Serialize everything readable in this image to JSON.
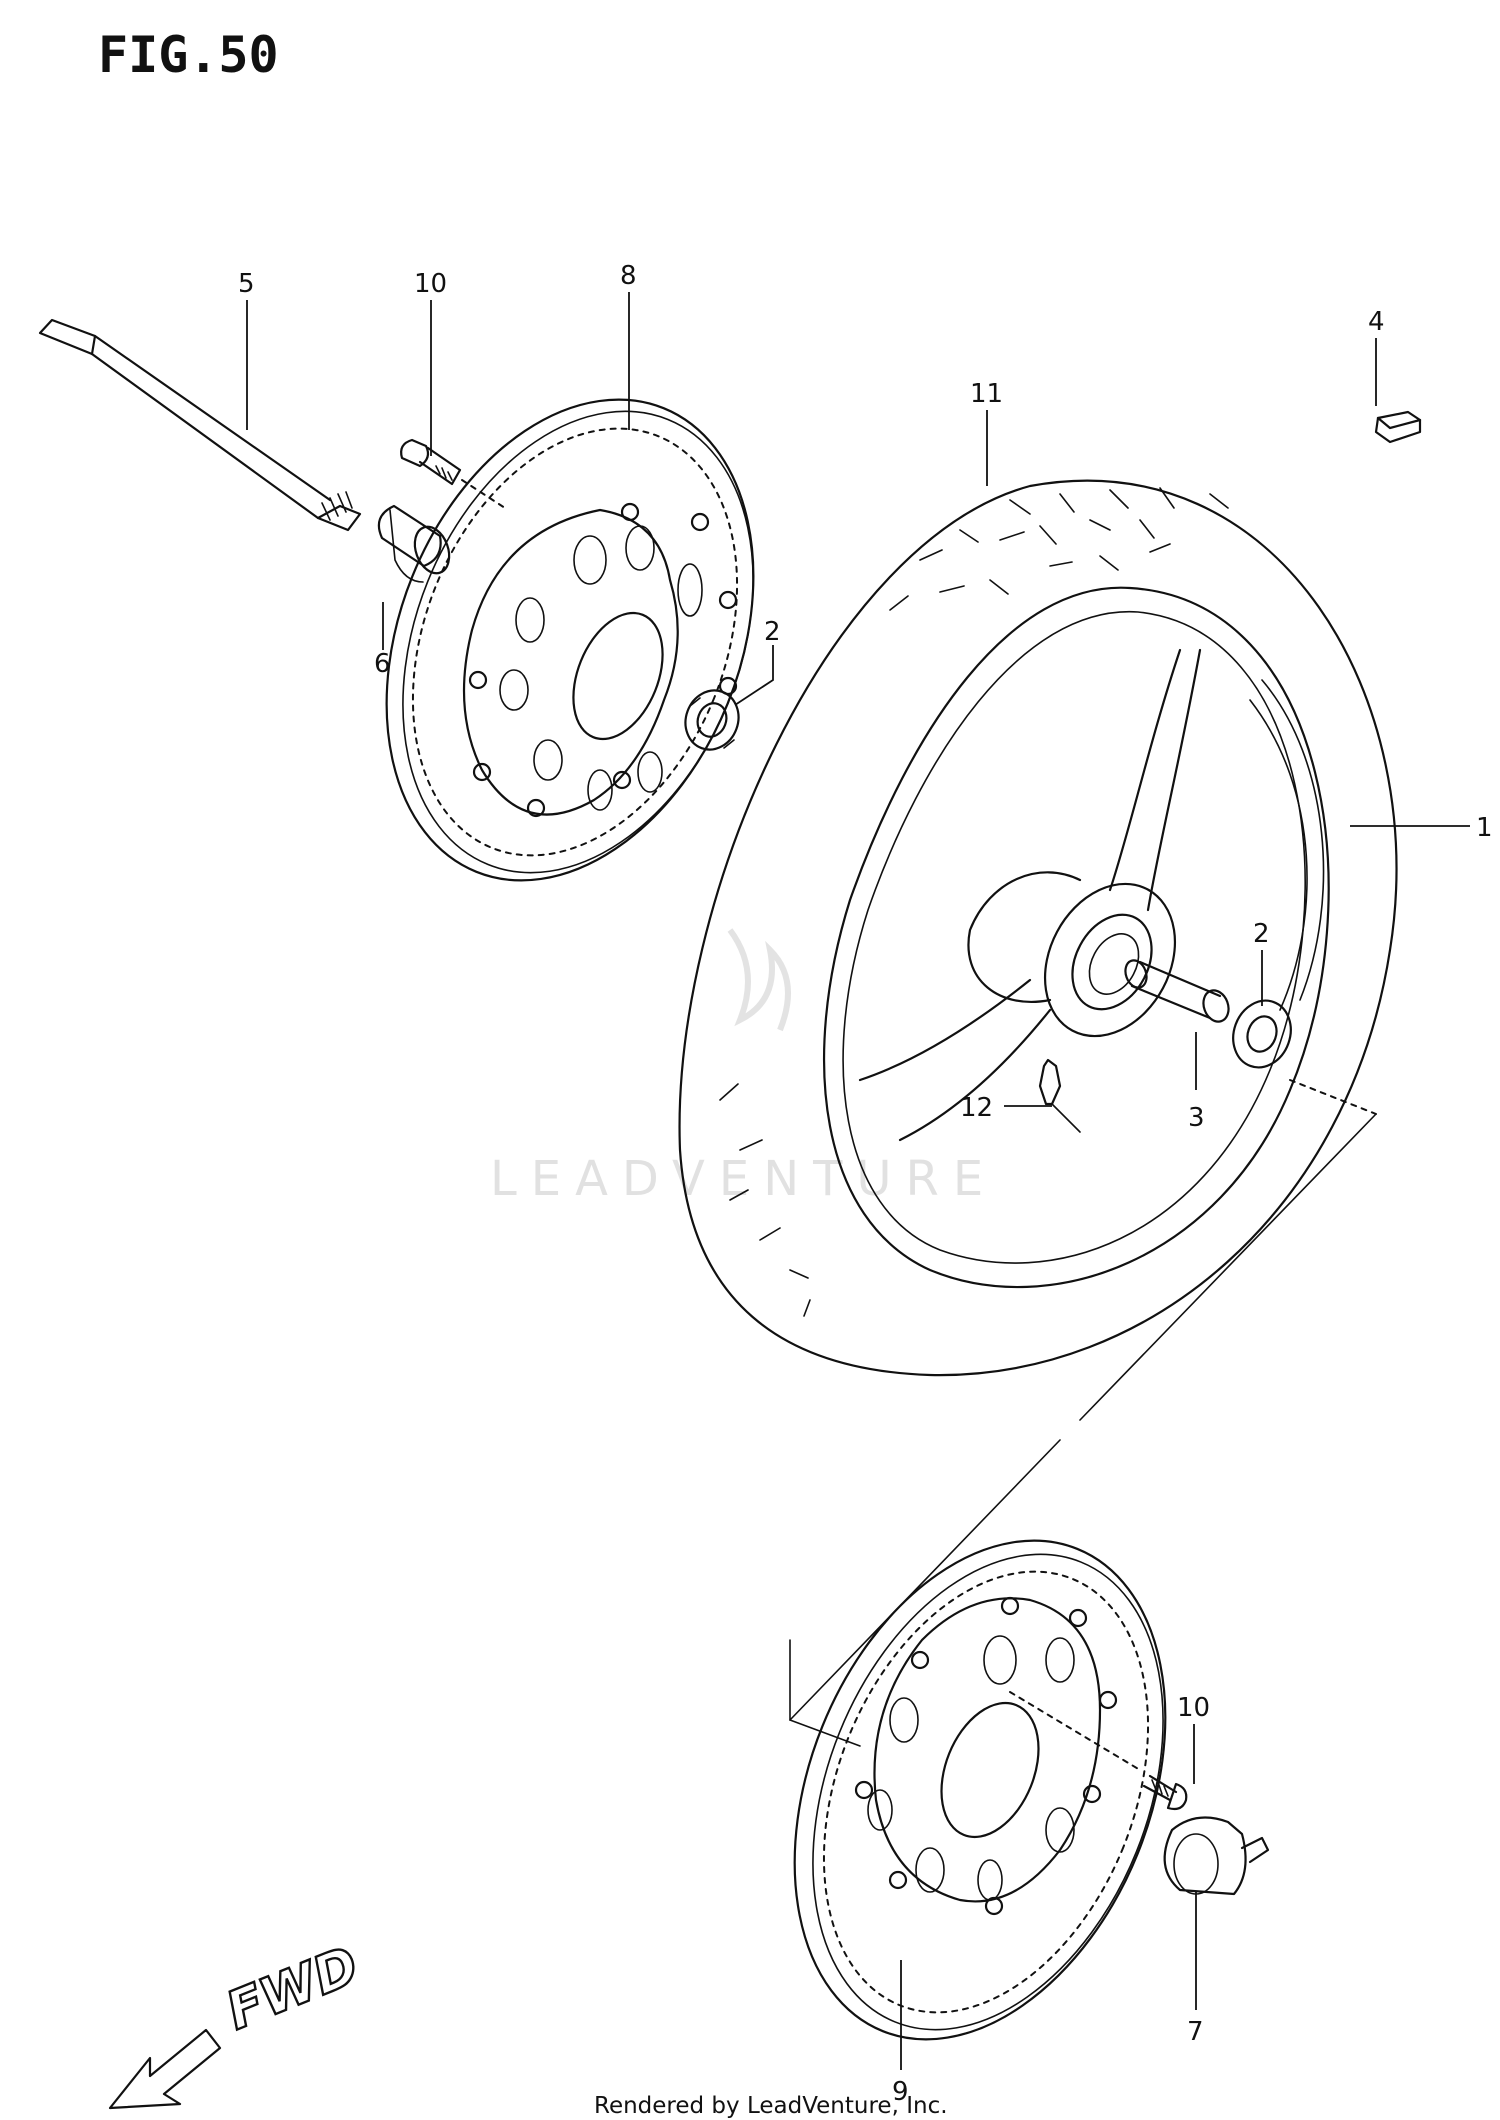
{
  "figure": {
    "title": "FIG.50"
  },
  "callouts": {
    "c1": "1",
    "c2a": "2",
    "c2b": "2",
    "c3": "3",
    "c4": "4",
    "c5": "5",
    "c6": "6",
    "c7": "7",
    "c8": "8",
    "c9": "9",
    "c10a": "10",
    "c10b": "10",
    "c11": "11",
    "c12": "12"
  },
  "direction": {
    "label": "FWD"
  },
  "footer": {
    "credit": "Rendered by LeadVenture, Inc."
  },
  "watermark": {
    "text": "LEADVENTURE"
  },
  "colors": {
    "ink": "#111111",
    "background": "#ffffff",
    "watermark": "#bdbdbd"
  }
}
